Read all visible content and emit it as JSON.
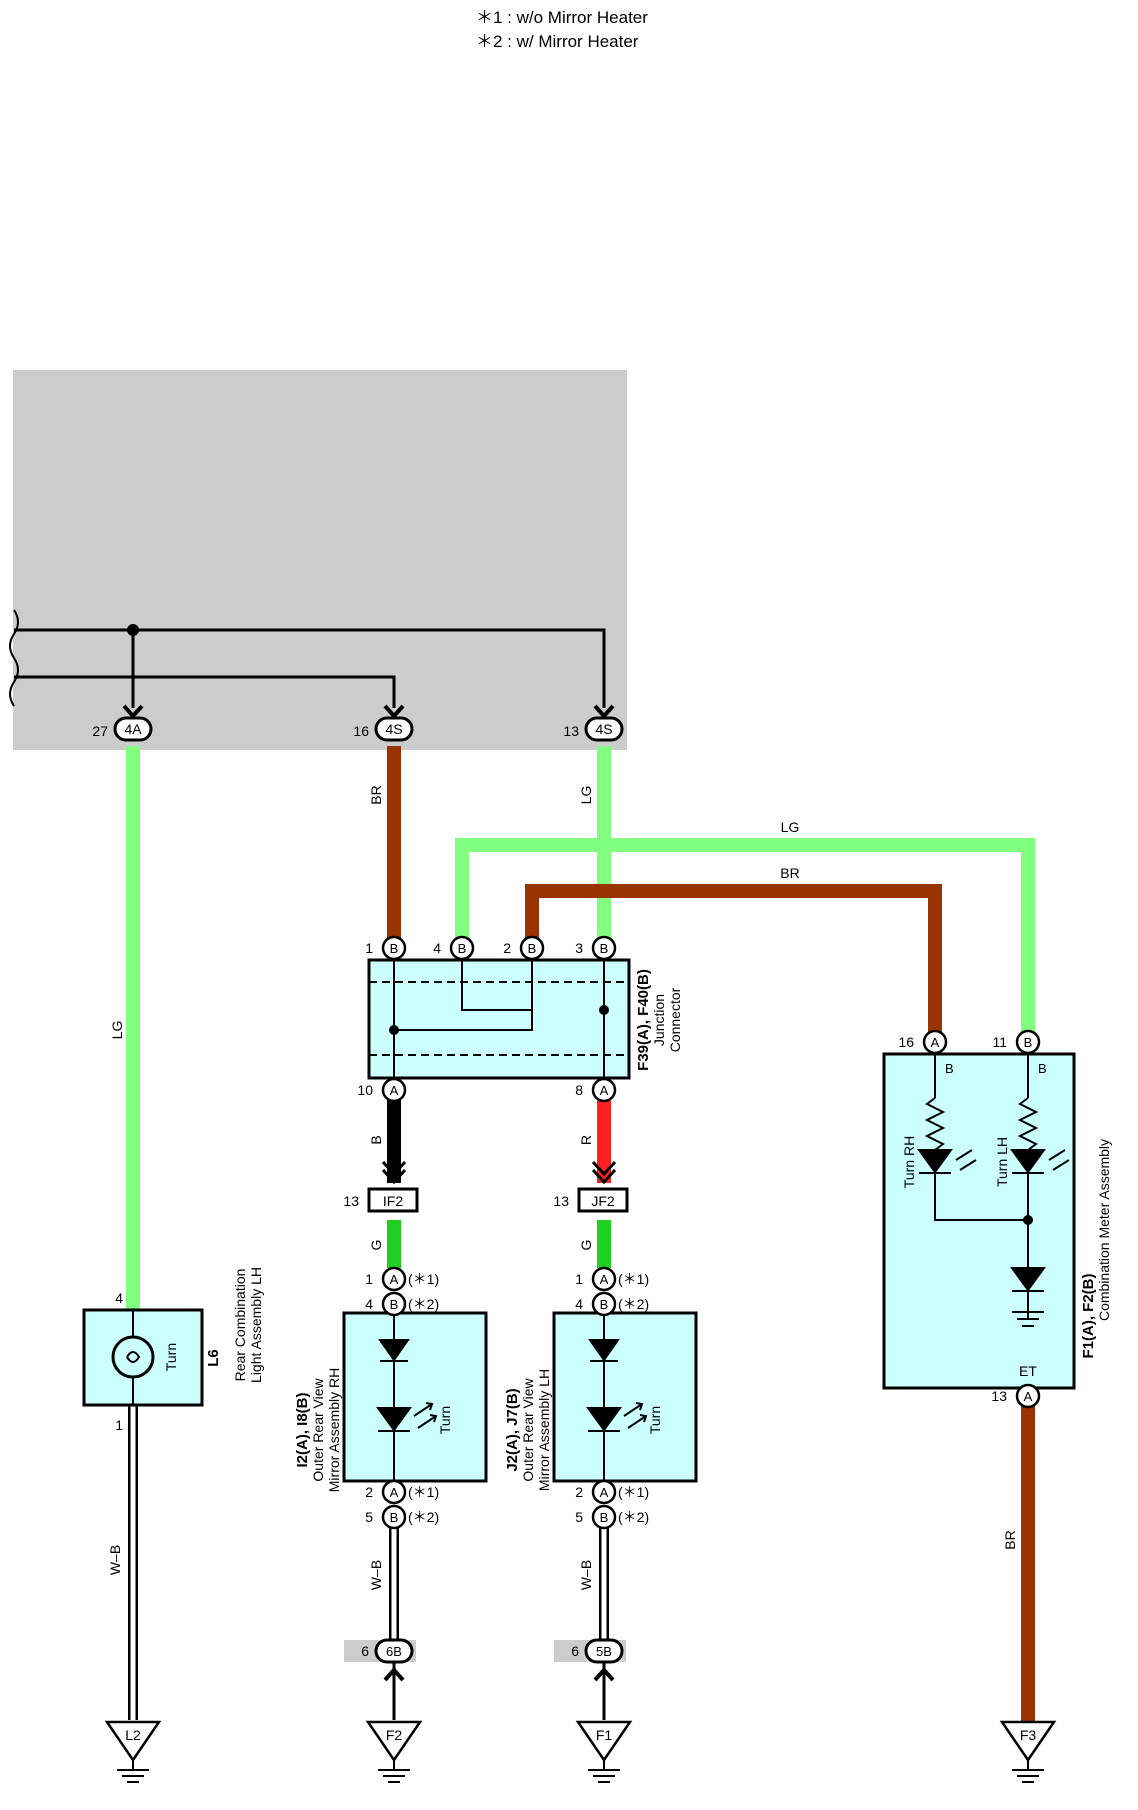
{
  "notes": [
    "＊1 : w/o Mirror Heater",
    "＊2 : w/ Mirror Heater"
  ],
  "colors": {
    "LG": "#80ff80",
    "BR": "#993300",
    "B": "#000000",
    "R": "#ff2020",
    "G": "#20d020",
    "component_fill": "#ccffff",
    "ecu_area": "#cccccc"
  },
  "ecu_pins": [
    {
      "pin": "27",
      "connector": "4A"
    },
    {
      "pin": "16",
      "connector": "4S"
    },
    {
      "pin": "13",
      "connector": "4S"
    }
  ],
  "wires": {
    "lg_left": "LG",
    "br_mid": "BR",
    "lg_mid": "LG",
    "lg_top": "LG",
    "br_top": "BR",
    "b_left": "B",
    "r_mid": "R",
    "g_left": "G",
    "g_mid": "G",
    "wb_l6": "W–B",
    "wb_i2": "W–B",
    "wb_j2": "W–B",
    "br_meter": "BR"
  },
  "junction": {
    "name": "F39(A), F40(B)",
    "desc1": "Junction",
    "desc2": "Connector",
    "pins_top": [
      {
        "pin": "1",
        "conn": "B"
      },
      {
        "pin": "4",
        "conn": "B"
      },
      {
        "pin": "2",
        "conn": "B"
      },
      {
        "pin": "3",
        "conn": "B"
      }
    ],
    "pins_bottom": [
      {
        "pin": "10",
        "conn": "A"
      },
      {
        "pin": "8",
        "conn": "A"
      }
    ]
  },
  "in_connectors": [
    {
      "pin": "13",
      "label": "IF2"
    },
    {
      "pin": "13",
      "label": "JF2"
    }
  ],
  "l6": {
    "pin_top": "4",
    "pin_bottom": "1",
    "inner": "Turn",
    "name": "L6",
    "desc1": "Rear Combination",
    "desc2": "Light Assembly LH"
  },
  "i2": {
    "name": "I2(A), I8(B)",
    "desc1": "Outer Rear View",
    "desc2": "Mirror Assembly RH",
    "inner": "Turn",
    "pins_top": [
      {
        "pin": "1",
        "conn": "A",
        "note": "(＊1)"
      },
      {
        "pin": "4",
        "conn": "B",
        "note": "(＊2)"
      }
    ],
    "pins_bottom": [
      {
        "pin": "2",
        "conn": "A",
        "note": "(＊1)"
      },
      {
        "pin": "5",
        "conn": "B",
        "note": "(＊2)"
      }
    ]
  },
  "j2": {
    "name": "J2(A), J7(B)",
    "desc1": "Outer Rear View",
    "desc2": "Mirror Assembly LH",
    "inner": "Turn",
    "pins_top": [
      {
        "pin": "1",
        "conn": "A",
        "note": "(＊1)"
      },
      {
        "pin": "4",
        "conn": "B",
        "note": "(＊2)"
      }
    ],
    "pins_bottom": [
      {
        "pin": "2",
        "conn": "A",
        "note": "(＊1)"
      },
      {
        "pin": "5",
        "conn": "B",
        "note": "(＊2)"
      }
    ]
  },
  "meter": {
    "name": "F1(A), F2(B)",
    "desc": "Combination Meter Assembly",
    "pin_16": "16",
    "pin_11": "11",
    "conn_top": "A",
    "conn_top2": "B",
    "b1": "B",
    "b2": "B",
    "turn_rh": "Turn RH",
    "turn_lh": "Turn LH",
    "et": "ET",
    "pin_bottom": "13",
    "conn_bottom": "A"
  },
  "bottom_connectors": [
    {
      "pin": "6",
      "conn": "6B"
    },
    {
      "pin": "6",
      "conn": "5B"
    }
  ],
  "grounds": [
    "L2",
    "F2",
    "F1",
    "F3"
  ]
}
